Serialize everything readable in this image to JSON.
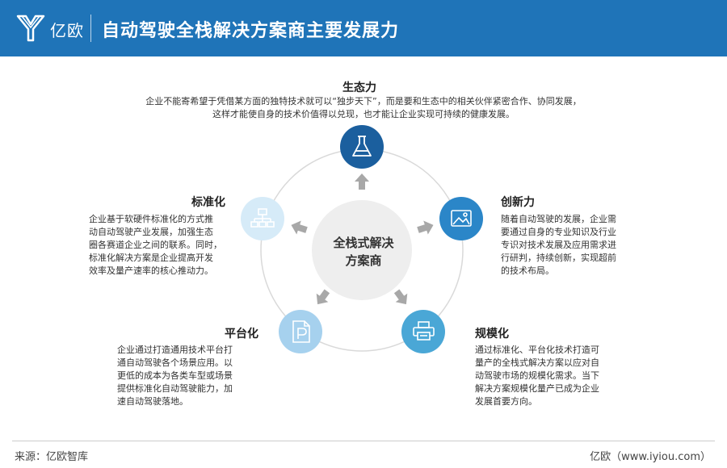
{
  "header": {
    "logo_text": "亿欧",
    "title": "自动驾驶全栈解决方案商主要发展力"
  },
  "center": {
    "line1": "全栈式解决",
    "line2": "方案商"
  },
  "nodes": {
    "ecology": {
      "title": "生态力",
      "line1": "企业不能寄希望于凭借某方面的独特技术就可以“独步天下”，而是要和生态中的相关伙伴紧密合作、协同发展，",
      "line2": "这样才能使自身的技术价值得以兑现，也才能让企业实现可持续的健康发展。"
    },
    "innovation": {
      "title": "创新力",
      "lines": [
        "随着自动驾驶的发展，企业需",
        "要通过自身的专业知识及行业",
        "专识对技术发展及应用需求进",
        "行研判，持续创新，实现超前",
        "的技术布局。"
      ]
    },
    "scale": {
      "title": "规模化",
      "lines": [
        "通过标准化、平台化技术打造可",
        "量产的全栈式解决方案以应对自",
        "动驾驶市场的规模化需求。当下",
        "解决方案规模化量产已成为企业",
        "发展首要方向。"
      ]
    },
    "platform": {
      "title": "平台化",
      "lines": [
        "企业通过打造通用技术平台打",
        "通自动驾驶各个场景应用。以",
        "更低的成本为各类车型或场景",
        "提供标准化自动驾驶能力，加",
        "速自动驾驶落地。"
      ]
    },
    "standard": {
      "title": "标准化",
      "lines": [
        "企业基于软硬件标准化的方式推",
        "动自动驾驶产业发展，加强生态",
        "圈各赛道企业之间的联系。同时，",
        "标准化解决方案是企业提高开发",
        "效率及量产速率的核心推动力。"
      ]
    }
  },
  "footer": {
    "source": "来源：亿欧智库",
    "site": "亿欧（www.iyiou.com）"
  },
  "colors": {
    "header": "#1f74b8",
    "ecology": "#1b5f9e",
    "innovation": "#2b86c8",
    "scale": "#4aa7d6",
    "platform": "#a6d1ee",
    "standard": "#d6ebf8",
    "arrow": "#a8a8a8",
    "center": "#eeeeee"
  }
}
